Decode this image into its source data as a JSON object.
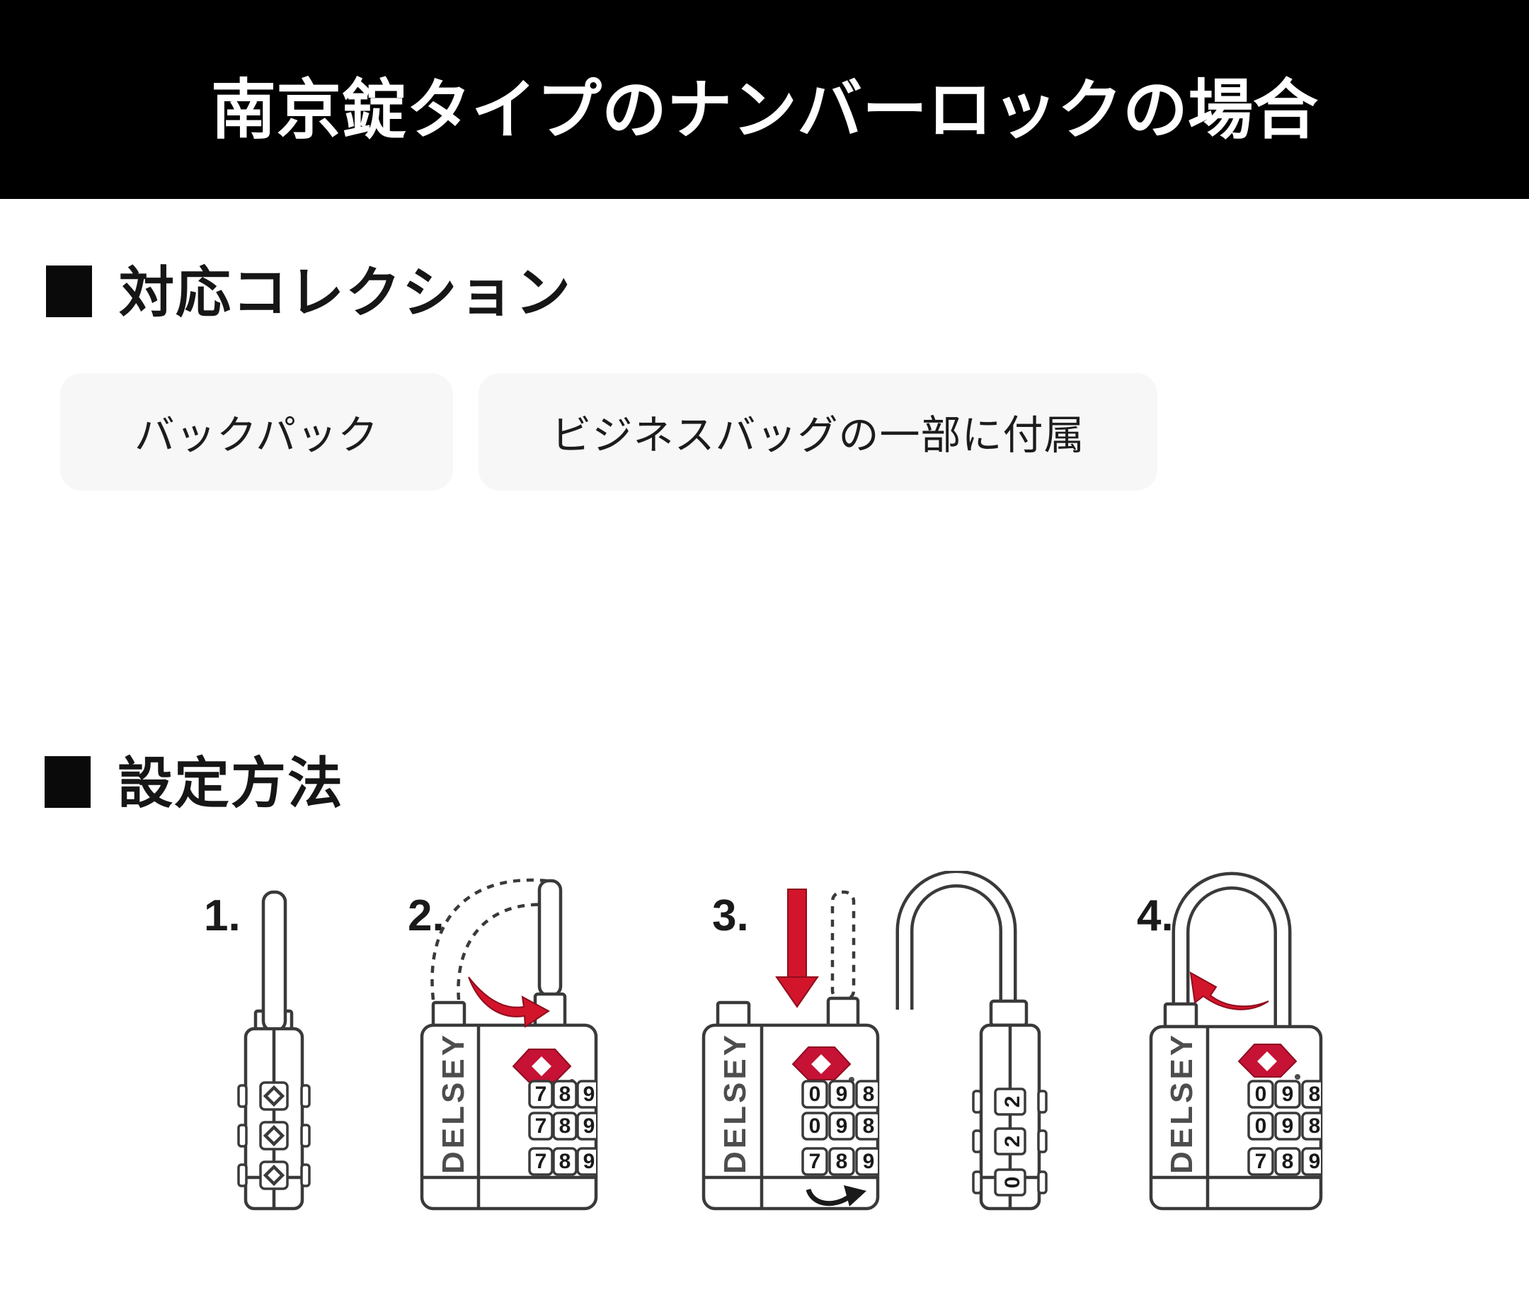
{
  "banner": {
    "title": "南京錠タイプのナンバーロックの場合"
  },
  "collections_section": {
    "heading": "対応コレクション",
    "tags": [
      "バックパック",
      "ビジネスバッグの一部に付属"
    ]
  },
  "method_section": {
    "heading": "設定方法"
  },
  "illustration": {
    "brand": "DELSEY",
    "steps": [
      {
        "label": "1."
      },
      {
        "label": "2.",
        "dials": [
          [
            "7",
            "8",
            "9"
          ],
          [
            "7",
            "8",
            "9"
          ],
          [
            "7",
            "8",
            "9"
          ]
        ]
      },
      {
        "label": "3.",
        "dials": [
          [
            "0",
            "9",
            "8"
          ],
          [
            "0",
            "9",
            "8"
          ],
          [
            "7",
            "8",
            "9"
          ]
        ],
        "side_dials": [
          "2",
          "2",
          "0"
        ]
      },
      {
        "label": "4.",
        "dials": [
          [
            "0",
            "9",
            "8"
          ],
          [
            "0",
            "9",
            "8"
          ],
          [
            "7",
            "8",
            "9"
          ]
        ]
      }
    ]
  },
  "colors": {
    "banner_bg": "#000000",
    "chip_bg": "#f7f7f7",
    "line": "#3a3a3a",
    "accent_red": "#d2152b",
    "tsa_red": "#c51235"
  }
}
